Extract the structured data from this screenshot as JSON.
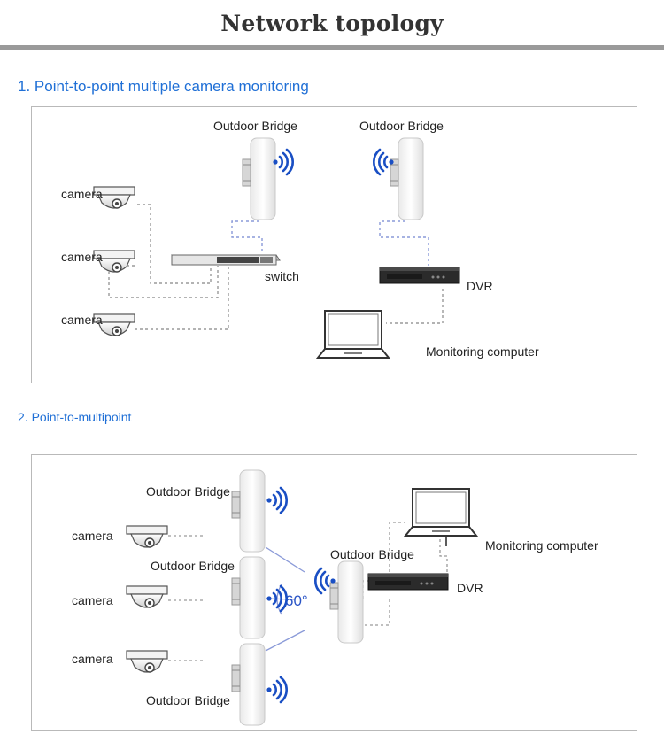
{
  "header": {
    "title": "Network topology"
  },
  "section1": {
    "heading": "1. Point-to-point multiple camera monitoring",
    "bridge_left_label": "Outdoor Bridge",
    "bridge_right_label": "Outdoor Bridge",
    "camera_labels": [
      "camera",
      "camera",
      "camera"
    ],
    "switch_label": "switch",
    "dvr_label": "DVR",
    "computer_label": "Monitoring computer"
  },
  "section2": {
    "heading": "2. Point-to-multipoint",
    "bridge_top_label": "Outdoor Bridge",
    "bridge_middle_label": "Outdoor Bridge",
    "bridge_bottom_label": "Outdoor Bridge",
    "bridge_center_label": "Outdoor Bridge",
    "camera_labels": [
      "camera",
      "camera",
      "camera"
    ],
    "angle_label": "60°",
    "dvr_label": "DVR",
    "computer_label": "Monitoring computer"
  },
  "colors": {
    "heading_blue": "#1f6fd6",
    "signal_blue": "#1a4fc4",
    "cable_blue": "#8a9ad8",
    "cable_gray": "#9a9a9a"
  },
  "icons": [
    "outdoor-bridge-icon",
    "wifi-signal-icon",
    "dome-camera-icon",
    "network-switch-icon",
    "dvr-icon",
    "laptop-icon"
  ]
}
